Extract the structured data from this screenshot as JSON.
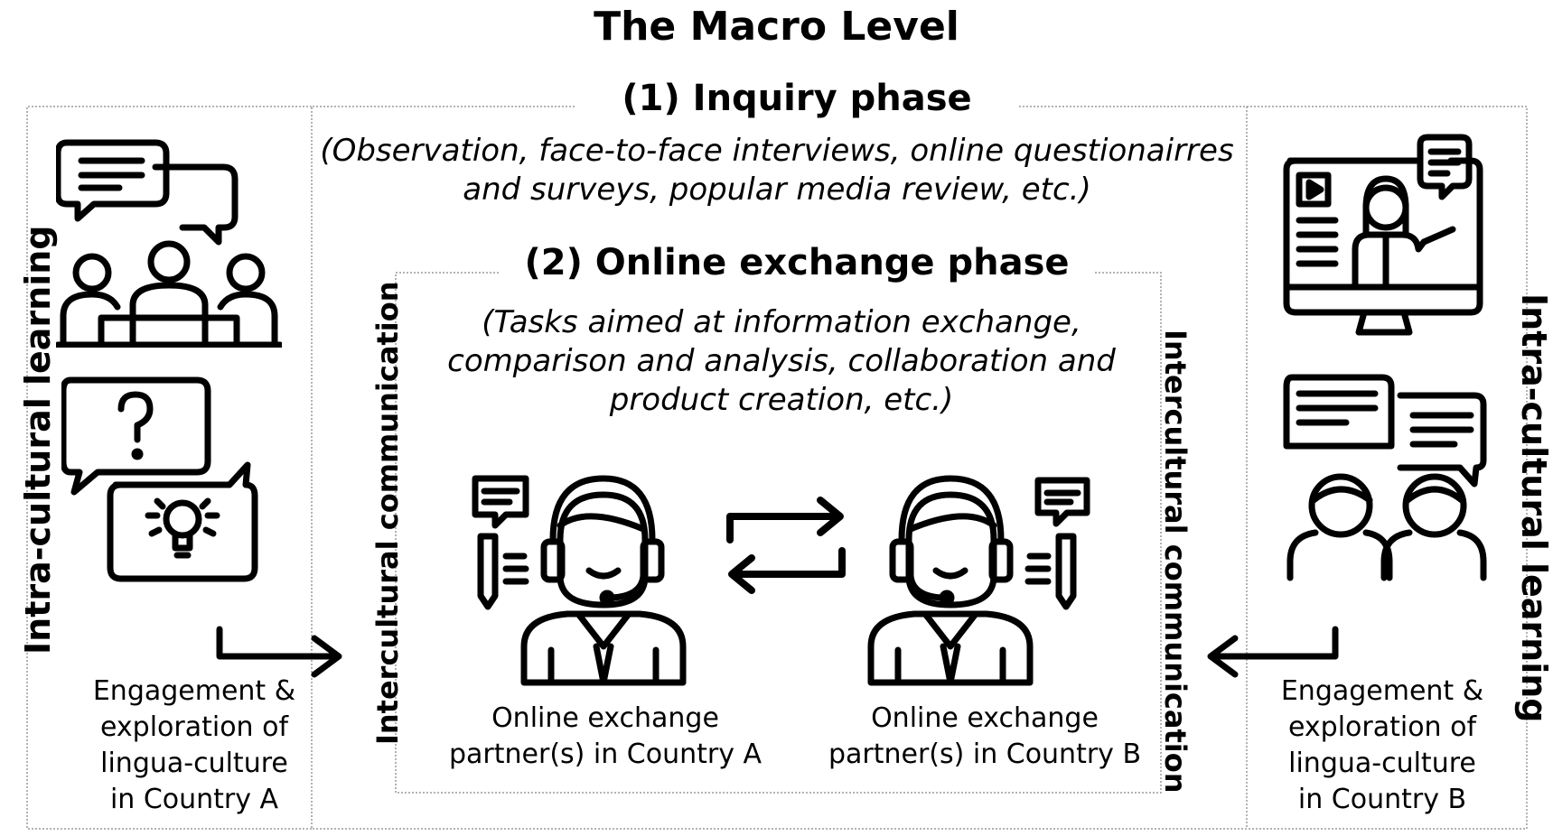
{
  "title": "The Macro Level",
  "inquiry_phase": {
    "heading": "(1) Inquiry phase",
    "description_line1": "(Observation, face-to-face interviews, online questionairres",
    "description_line2": "and surveys, popular media review, etc.)"
  },
  "exchange_phase": {
    "heading": "(2) Online exchange phase",
    "description_line1": "(Tasks aimed at information exchange,",
    "description_line2": "comparison and analysis, collaboration and",
    "description_line3": "product creation, etc.)"
  },
  "left_panel": {
    "vertical_label": "Intra-cultural learning",
    "caption_line1": "Engagement &",
    "caption_line2": "exploration of",
    "caption_line3": "lingua-culture",
    "caption_line4": "in Country A",
    "icons": [
      "group-discussion-icon",
      "question-idea-icon"
    ]
  },
  "right_panel": {
    "vertical_label": "Intra-cultural learning",
    "caption_line1": "Engagement &",
    "caption_line2": "exploration of",
    "caption_line3": "lingua-culture",
    "caption_line4": "in Country B",
    "icons": [
      "online-video-lecture-icon",
      "two-people-chat-icon"
    ]
  },
  "intercultural": {
    "left_label": "Intercultural communication",
    "right_label": "Intercultural communication"
  },
  "partners": {
    "a_line1": "Online exchange",
    "a_line2": "partner(s) in Country A",
    "b_line1": "Online exchange",
    "b_line2": "partner(s) in Country B",
    "icons": [
      "headset-agent-icon",
      "exchange-arrows-icon"
    ]
  }
}
